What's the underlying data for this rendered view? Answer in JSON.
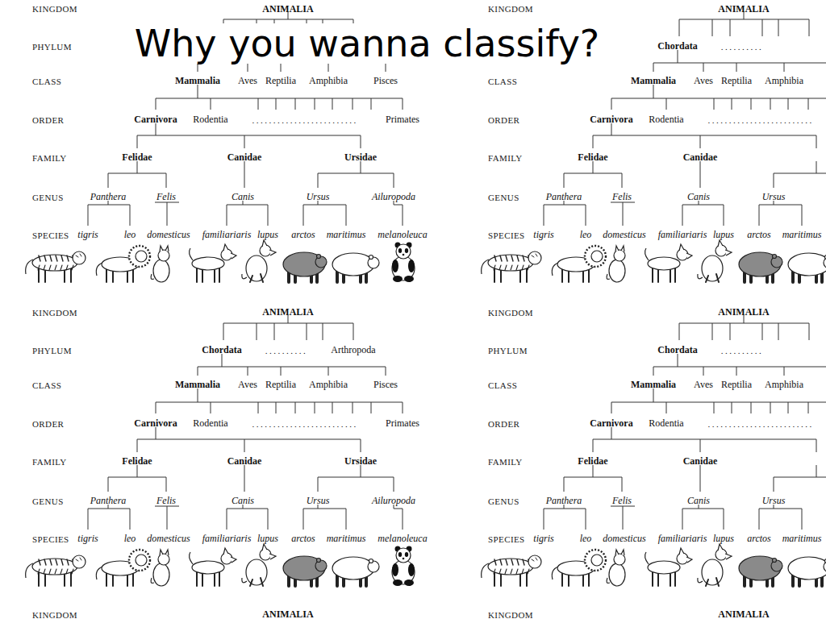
{
  "diagram": {
    "title": "Why you wanna classify?",
    "labels": [
      "KINGDOM",
      "ANIMALIA",
      "PHYLUM",
      "CLASS",
      "Mammalia",
      "Aves",
      "Reptilia",
      "Amphibia",
      "Pisces",
      "ORDER",
      "Carnivora",
      "Rodentia",
      ".........................",
      "Primates",
      "FAMILY",
      "Felidae",
      "Canidae",
      "Ursidae",
      "GENUS",
      "Panthera",
      "Felis",
      "Canis",
      "Ursus",
      "Ailuropoda",
      "SPECIES",
      "tigris",
      "leo",
      "domesticus",
      "familiariaris",
      "lupus",
      "arctos",
      "maritimus",
      "melanoleuca",
      "KINGDOM",
      "ANIMALIA",
      "PHYLUM",
      "Chordata",
      "..........",
      "CLASS",
      "Mammalia",
      "Aves",
      "Reptilia",
      "Amphibia",
      "ORDER",
      "Carnivora",
      "Rodentia",
      ".........................",
      "FAMILY",
      "Felidae",
      "Canidae",
      "GENUS",
      "Panthera",
      "Felis",
      "Canis",
      "Ursus",
      "SPECIES",
      "tigris",
      "leo",
      "domesticus",
      "familiariaris",
      "lupus",
      "arctos",
      "maritimus",
      "KINGDOM",
      "ANIMALIA",
      "PHYLUM",
      "Chordata",
      "..........",
      "Arthropoda",
      "CLASS",
      "Mammalia",
      "Aves",
      "Reptilia",
      "Amphibia",
      "Pisces",
      "ORDER",
      "Carnivora",
      "Rodentia",
      ".........................",
      "Primates",
      "FAMILY",
      "Felidae",
      "Canidae",
      "Ursidae",
      "GENUS",
      "Panthera",
      "Felis",
      "Canis",
      "Ursus",
      "Ailuropoda",
      "SPECIES",
      "tigris",
      "leo",
      "domesticus",
      "familiariaris",
      "lupus",
      "arctos",
      "maritimus",
      "melanoleuca",
      "KINGDOM",
      "ANIMALIA",
      "PHYLUM",
      "Chordata",
      "..........",
      "CLASS",
      "Mammalia",
      "Aves",
      "Reptilia",
      "Amphibia",
      "ORDER",
      "Carnivora",
      "Rodentia",
      ".........................",
      "FAMILY",
      "Felidae",
      "Canidae",
      "GENUS",
      "Panthera",
      "Felis",
      "Canis",
      "Ursus",
      "SPECIES",
      "tigris",
      "leo",
      "domesticus",
      "familiariaris",
      "lupus",
      "arctos",
      "maritimus",
      "KINGDOM",
      "ANIMALIA",
      "KINGDOM",
      "ANIMALIA"
    ]
  }
}
